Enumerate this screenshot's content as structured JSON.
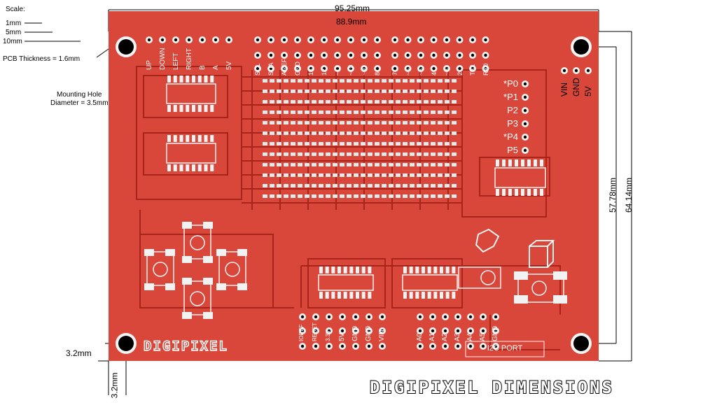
{
  "scale": {
    "title": "Scale:",
    "items": [
      "1mm",
      "5mm",
      "10mm"
    ]
  },
  "pcb_thickness": "PCB Thickness = 1.6mm",
  "mounting_hole": "Mounting Hole\nDiameter = 3.5mm",
  "dimensions": {
    "width_outer": "95.25mm",
    "width_inner": "88.9mm",
    "height_inner": "57.78mm",
    "height_outer": "64.14mm",
    "offset_x": "3.2mm",
    "offset_y": "3.2mm"
  },
  "header_labels_left": [
    "UP",
    "DOWN",
    "LEFT",
    "RIGHT",
    "B",
    "A",
    "5V"
  ],
  "header_labels_top": [
    "SCL",
    "SDA",
    "AREF",
    "GND",
    "13",
    "12",
    "~11",
    "~10",
    "~9",
    "8",
    "7",
    "~6",
    "~5",
    "4",
    "~3",
    "2",
    "TX1",
    "RX0"
  ],
  "p_labels": [
    "*P0",
    "*P1",
    "P2",
    "P3",
    "*P4",
    "P5"
  ],
  "power_right": [
    "VIN",
    "GND",
    "5V"
  ],
  "bottom_labels": [
    "IOREF",
    "RESET",
    "3.3V",
    "5V",
    "GND",
    "GND",
    "VIN",
    "A0",
    "A1",
    "A2",
    "A3",
    "A4",
    "A5",
    "GND"
  ],
  "i2c_port": "I2C PORT",
  "board_logo": "DIGIPIXEL",
  "title": "DIGIPIXEL DIMENSIONS",
  "colors": {
    "pcb": "#d9463a",
    "trace": "#a8241a",
    "pad": "#f3f3f3",
    "hole": "#000000",
    "text": "#000000"
  }
}
